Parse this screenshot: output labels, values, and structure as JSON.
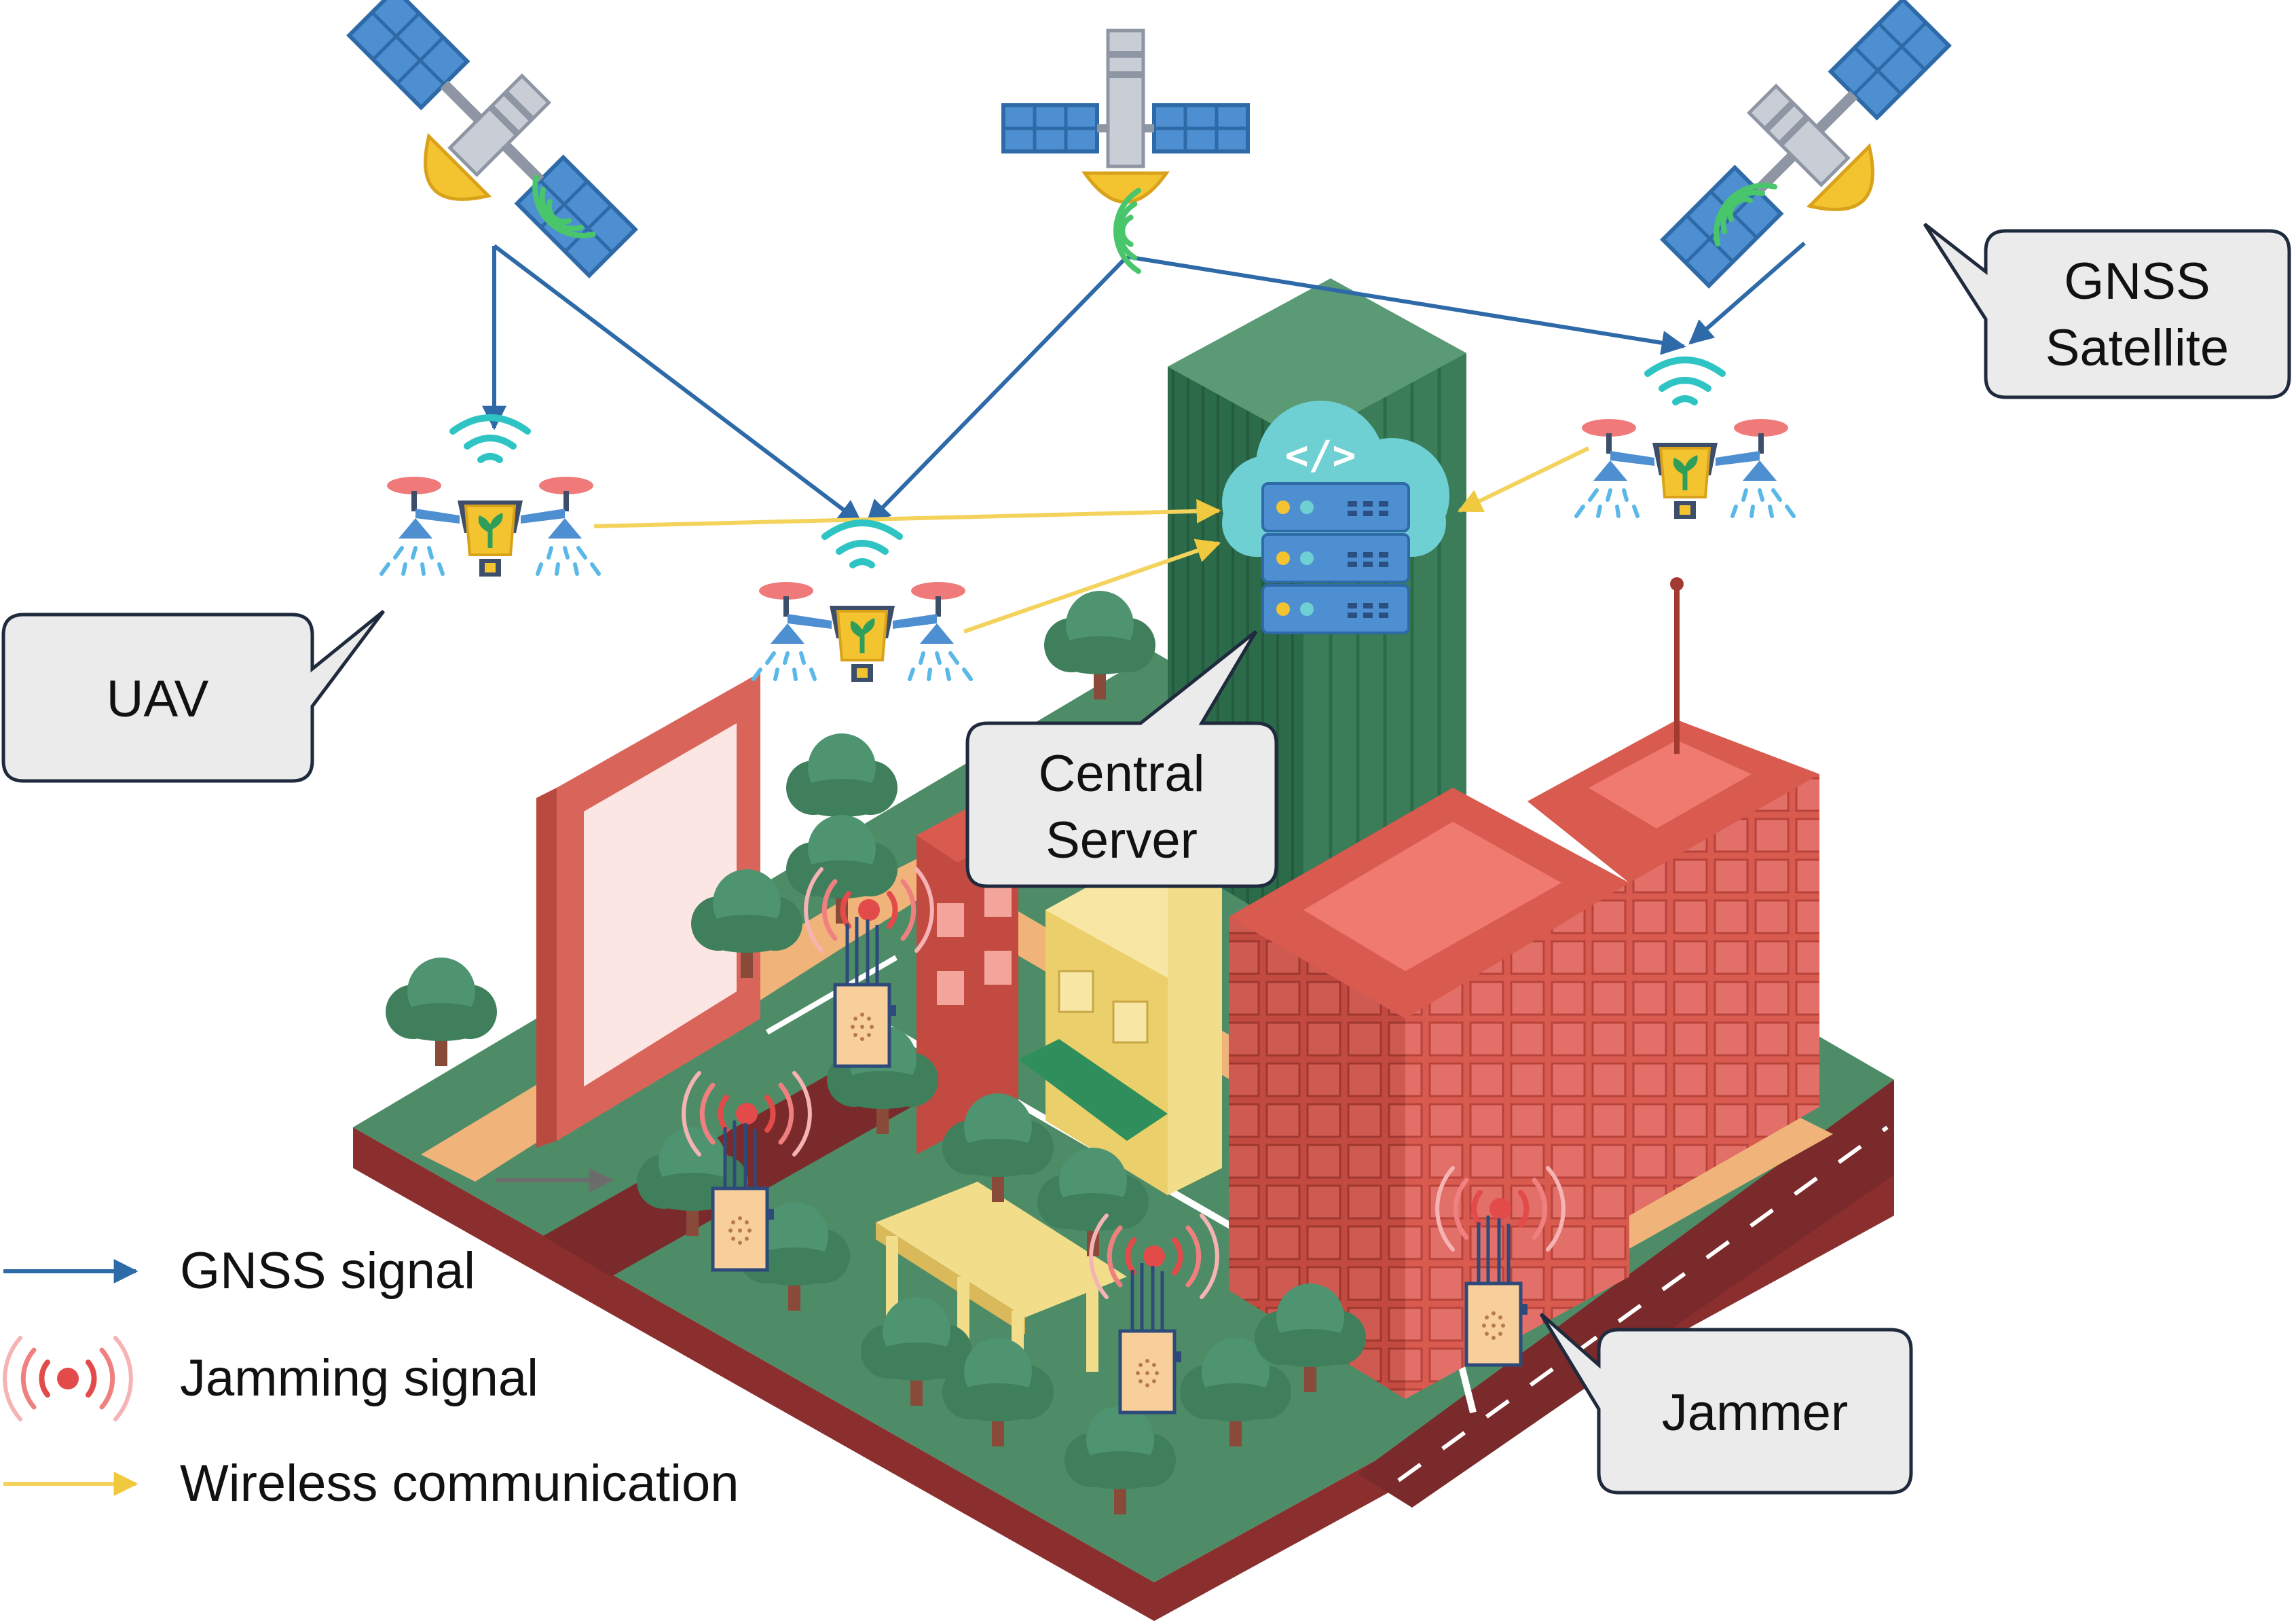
{
  "callouts": {
    "gnss_satellite": [
      "GNSS",
      "Satellite"
    ],
    "uav": "UAV",
    "central_server": [
      "Central",
      "Server"
    ],
    "jammer": "Jammer"
  },
  "legend": {
    "gnss_signal": "GNSS signal",
    "jamming_signal": "Jamming signal",
    "wireless_communication": "Wireless communication"
  },
  "colors": {
    "gnss_signal": "#2e6aa8",
    "wireless": "#f3d35c",
    "jamming": "#e34a4a",
    "callout_fill": "#ebebeb",
    "callout_stroke": "#1f2a3d"
  },
  "icons": [
    "satellite-icon",
    "uav-drone-icon",
    "cloud-server-icon",
    "jammer-icon",
    "building-icon",
    "tree-icon"
  ]
}
